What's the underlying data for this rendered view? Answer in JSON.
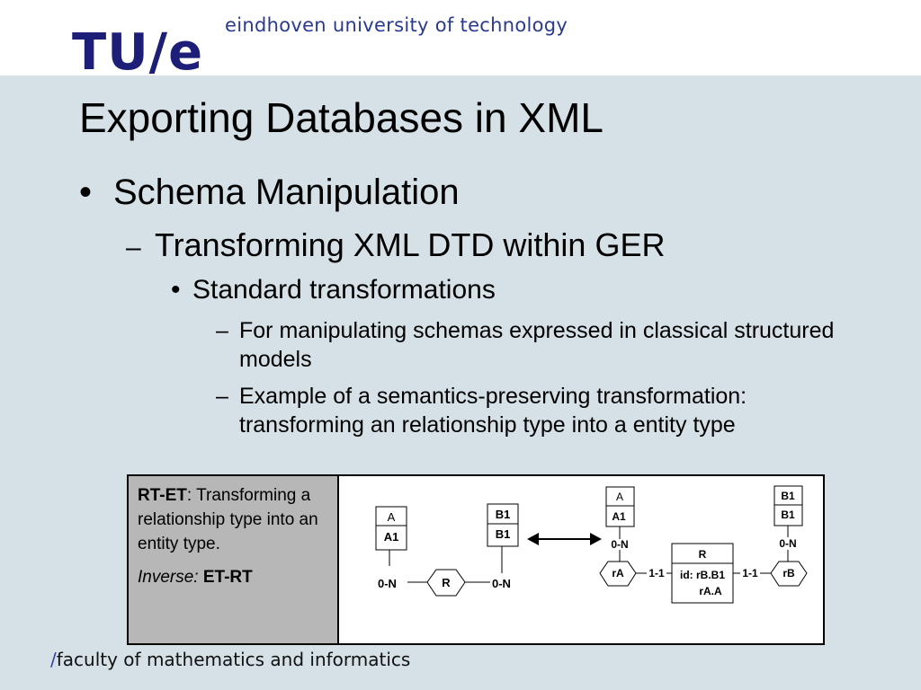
{
  "header": {
    "logo_tu": "TU",
    "logo_slash": "/",
    "logo_e": "e",
    "university": "eindhoven university of technology"
  },
  "slide": {
    "title": "Exporting Databases in XML",
    "bullets": {
      "level1": "Schema Manipulation",
      "level2": "Transforming XML DTD within GER",
      "level3": "Standard transformations",
      "level4a": "For manipulating schemas expressed in classical structured models",
      "level4b": "Example of a semantics-preserving transformation: transforming an relationship type into a entity type"
    },
    "bullet_symbol": "•",
    "dash_symbol": "–"
  },
  "figure": {
    "caption_bold": "RT-ET",
    "caption_text": ": Transforming a relationship type into an entity type.",
    "inverse_label": "Inverse:",
    "inverse_value": "ET-RT",
    "left_diagram": {
      "entity_a_name": "A",
      "entity_a_attr": "A1",
      "entity_b_name": "B1",
      "entity_b_attr": "B1",
      "card_left": "0-N",
      "rel_name": "R",
      "card_right": "0-N"
    },
    "right_diagram": {
      "entity_a_name": "A",
      "entity_a_attr": "A1",
      "entity_b_name": "B1",
      "entity_b_attr": "B1",
      "card_a": "0-N",
      "card_b": "0-N",
      "rel_ra": "rA",
      "rel_rb": "rB",
      "card_ra_r": "1-1",
      "card_r_rb": "1-1",
      "entity_r_name": "R",
      "entity_r_id_line1": "id: rB.B1",
      "entity_r_id_line2": "rA.A"
    }
  },
  "footer": {
    "slash": "/",
    "text": "faculty of mathematics and informatics"
  }
}
